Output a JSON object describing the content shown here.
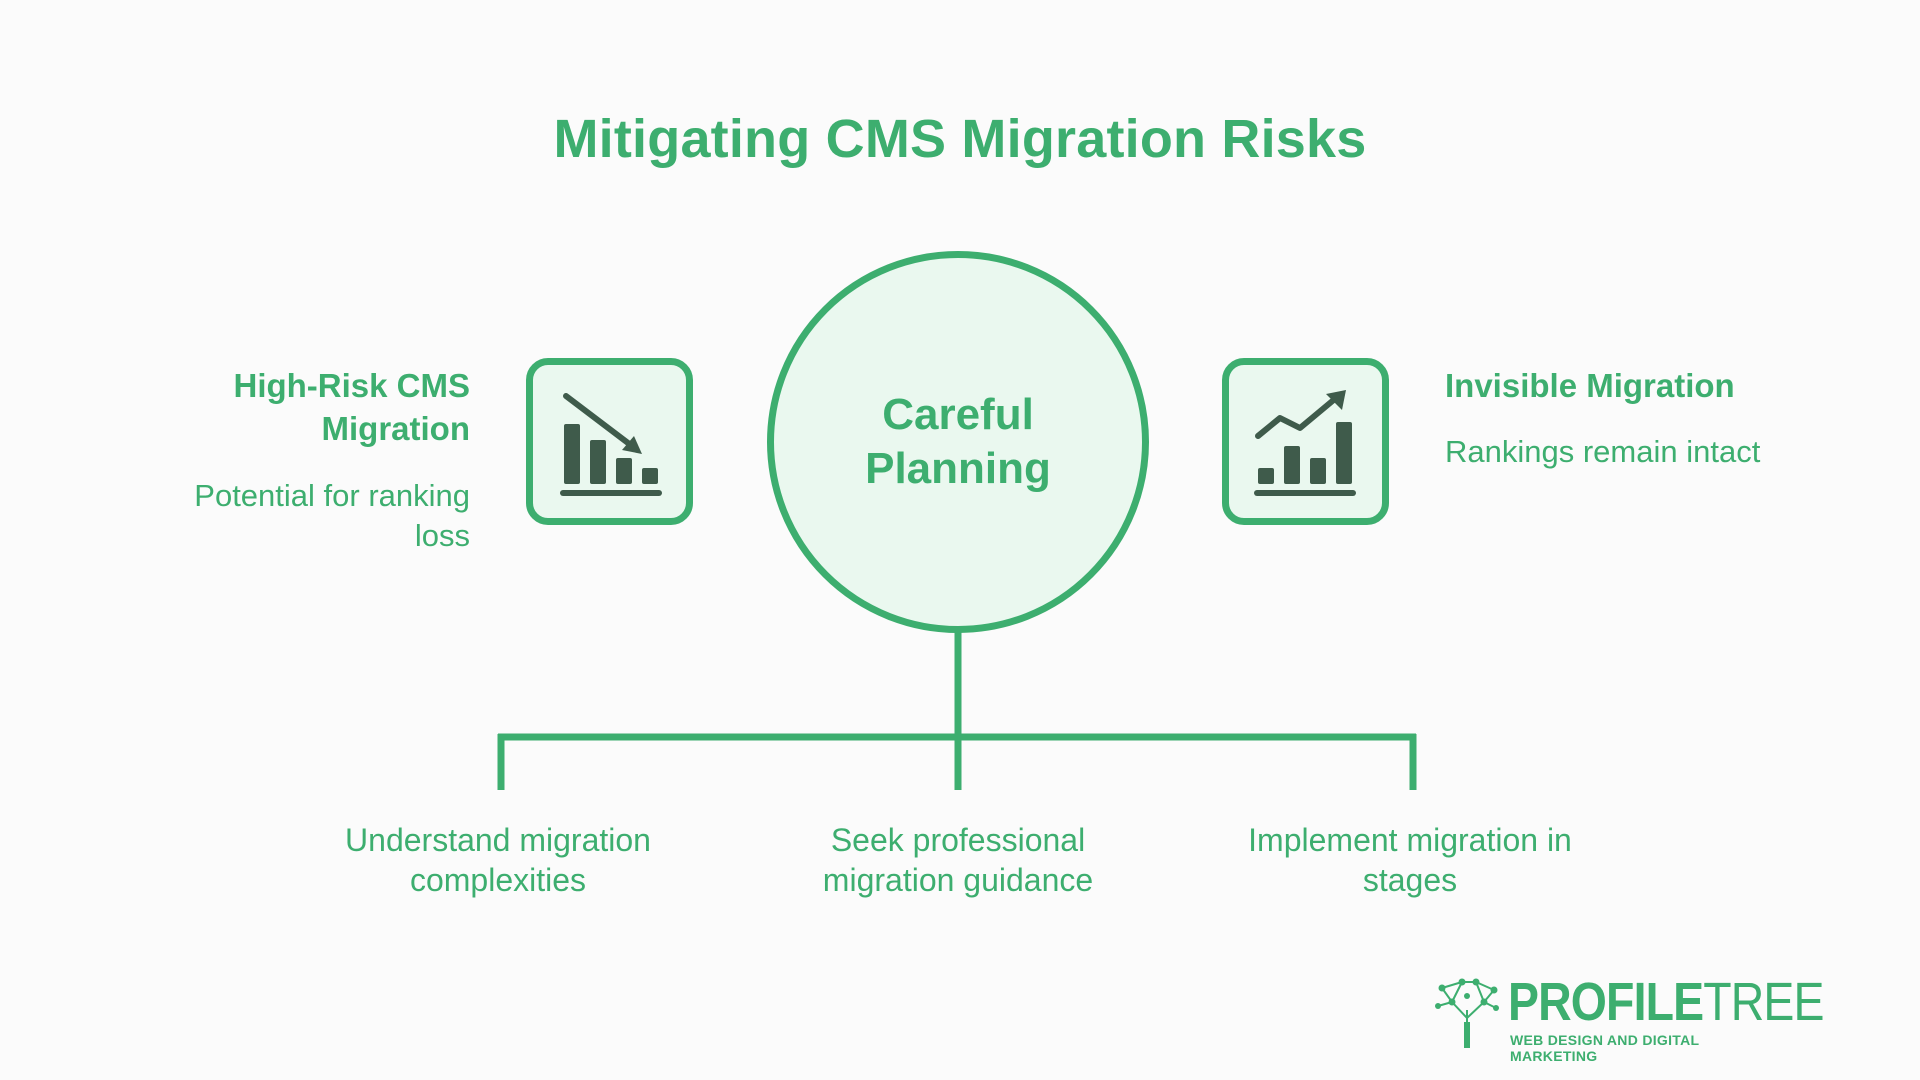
{
  "title": "Mitigating CMS Migration Risks",
  "center": {
    "label": "Careful Planning"
  },
  "left": {
    "heading_line1": "High-Risk CMS",
    "heading_line2": "Migration",
    "desc_line1": "Potential for ranking",
    "desc_line2": "loss",
    "icon": "declining-chart-icon"
  },
  "right": {
    "heading": "Invisible Migration",
    "desc": "Rankings remain intact",
    "icon": "rising-chart-icon"
  },
  "branches": [
    {
      "line1": "Understand migration",
      "line2": "complexities"
    },
    {
      "line1": "Seek professional",
      "line2": "migration guidance"
    },
    {
      "line1": "Implement migration in",
      "line2": "stages"
    }
  ],
  "logo": {
    "name_bold": "PROFILE",
    "name_thin": "TREE",
    "tagline": "WEB DESIGN AND DIGITAL MARKETING"
  },
  "colors": {
    "accent": "#3dae6f",
    "icon_fill": "#3f5b4b",
    "panel_fill": "#eaf8ef",
    "background": "#fbfbfb"
  }
}
